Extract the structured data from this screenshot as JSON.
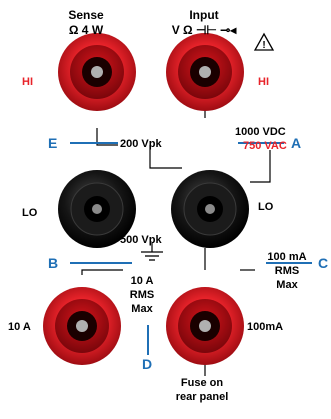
{
  "colors": {
    "jack_red": "#e8232a",
    "jack_black": "#111111",
    "callout_blue": "#1f6fb5",
    "label_red": "#e8232a",
    "text": "#000000"
  },
  "terminals": {
    "sense": {
      "title": "Sense",
      "symbol": "Ω 4 W"
    },
    "input": {
      "title": "Input",
      "symbol": "V Ω ⊣⊢ ⊸◂"
    }
  },
  "warning_icon": "hazard-triangle-icon",
  "labels": {
    "hi_left": "HI",
    "hi_right": "HI",
    "lo_left": "LO",
    "lo_right": "LO",
    "vpk_200": "200 Vpk",
    "vdc_1000": "1000 VDC",
    "vac_750": "750 VAC",
    "vpk_500": "500 Vpk",
    "ma100_line1": "100 mA",
    "ma100_line2": "RMS",
    "ma100_line3": "Max",
    "a10_line1": "10 A",
    "a10_line2": "RMS",
    "a10_line3": "Max",
    "a10_jack": "10 A",
    "ma100_jack": "100mA",
    "fuse_line1": "Fuse on",
    "fuse_line2": "rear panel"
  },
  "callouts": {
    "A": "A",
    "B": "B",
    "C": "C",
    "D": "D",
    "E": "E"
  }
}
